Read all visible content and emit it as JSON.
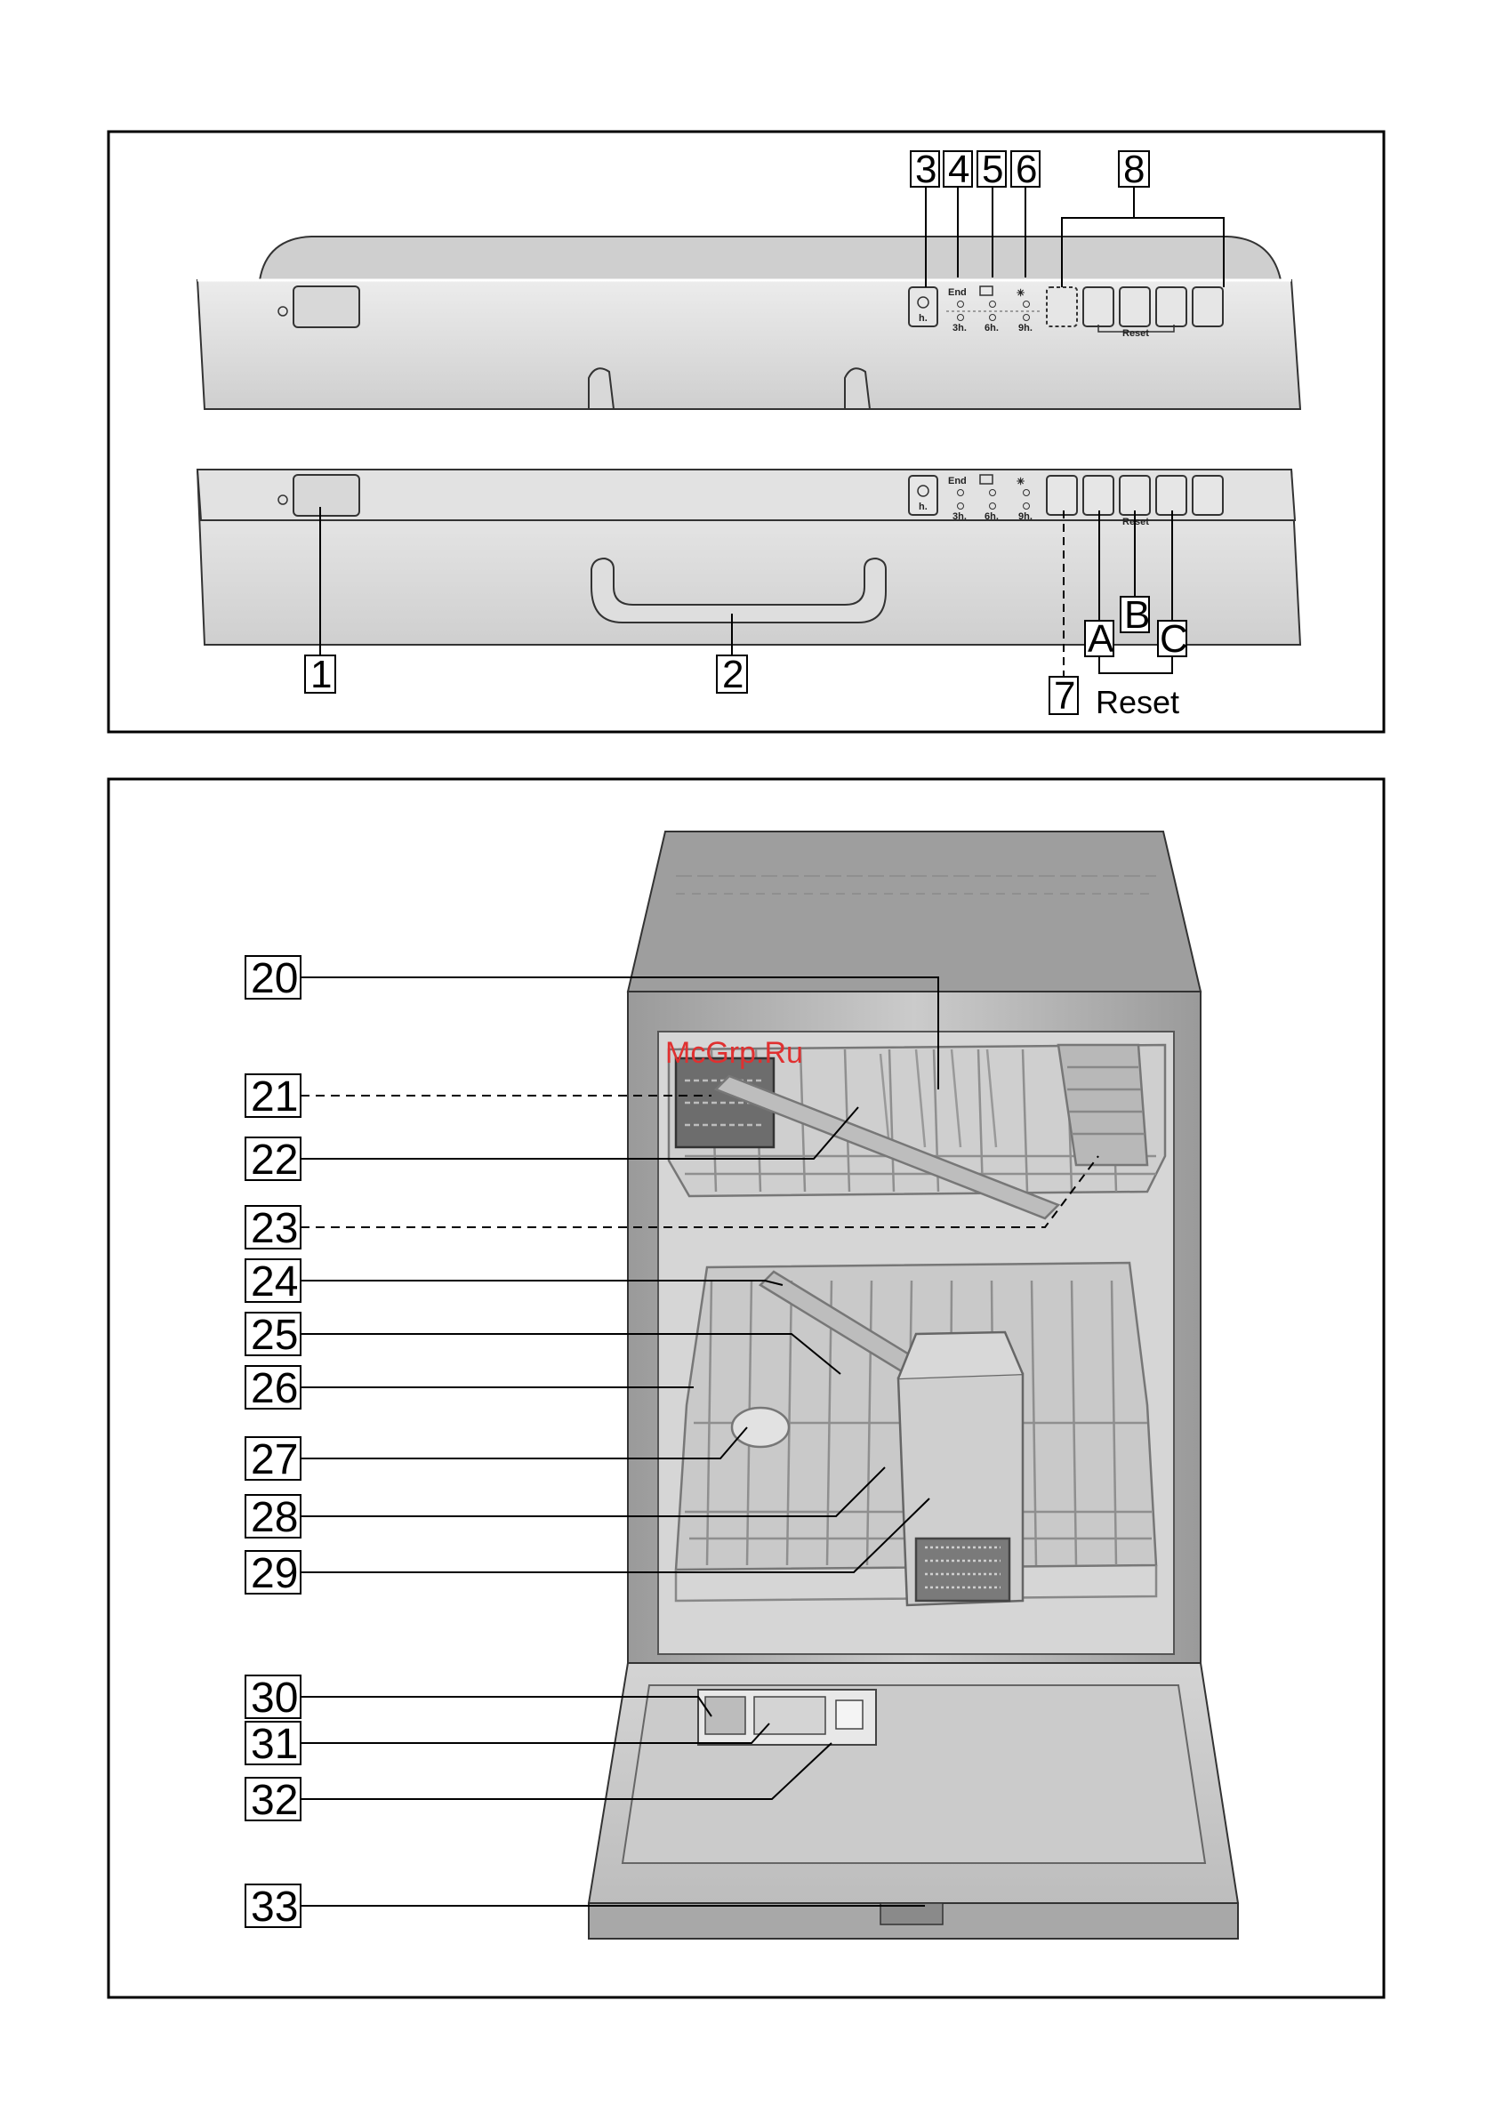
{
  "panel_top": {
    "upper_callouts": [
      "3",
      "4",
      "5",
      "6",
      "8"
    ],
    "lower_callouts": [
      "1",
      "2",
      "7",
      "A",
      "B",
      "C"
    ],
    "reset_label": "Reset",
    "panel_text": {
      "end": "End",
      "h": "h.",
      "t3": "3h.",
      "t6": "6h.",
      "t9": "9h.",
      "reset_small": "Reset"
    }
  },
  "panel_bottom": {
    "callouts": [
      "20",
      "21",
      "22",
      "23",
      "24",
      "25",
      "26",
      "27",
      "28",
      "29",
      "30",
      "31",
      "32",
      "33"
    ]
  },
  "watermark": "McGrp.Ru",
  "colors": {
    "border": "#000000",
    "panel_fill": "#dcdcdc",
    "panel_shadow": "#b5b5b5",
    "wire": "#a8a8a8",
    "watermark": "#e03030"
  }
}
